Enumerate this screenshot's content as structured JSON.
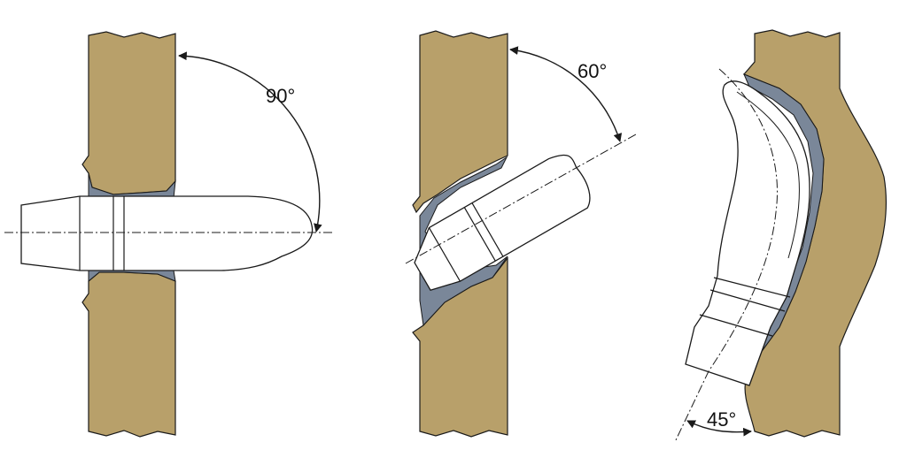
{
  "colors": {
    "wood": "#b8a06a",
    "void": "#7a8799",
    "bullet": "#ffffff",
    "outline": "#1a1a1a"
  },
  "panels": [
    {
      "id": "impact-90",
      "angle_label": "90°"
    },
    {
      "id": "impact-60",
      "angle_label": "60°"
    },
    {
      "id": "impact-45",
      "angle_label": "45°"
    }
  ]
}
